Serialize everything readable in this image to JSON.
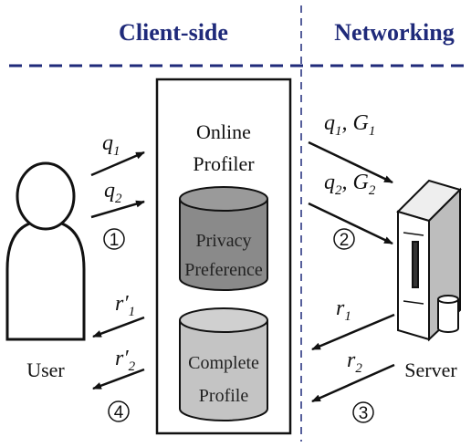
{
  "headers": {
    "client": "Client-side",
    "network": "Networking"
  },
  "profiler": {
    "line1": "Online",
    "line2": "Profiler"
  },
  "db_privacy": {
    "line1": "Privacy",
    "line2": "Preference"
  },
  "db_profile": {
    "line1": "Complete",
    "line2": "Profile"
  },
  "actors": {
    "user": "User",
    "server": "Server"
  },
  "steps": {
    "s1": "1",
    "s2": "2",
    "s3": "3",
    "s4": "4"
  },
  "labels": {
    "q1": {
      "base": "q",
      "sub": "1"
    },
    "q2": {
      "base": "q",
      "sub": "2"
    },
    "q1g1": {
      "q": "q",
      "qs": "1",
      "g": "G",
      "gs": "1"
    },
    "q2g2": {
      "q": "q",
      "qs": "2",
      "g": "G",
      "gs": "2"
    },
    "r1": {
      "base": "r",
      "sub": "1"
    },
    "r2": {
      "base": "r",
      "sub": "2"
    },
    "r1p": {
      "base": "r′",
      "sub": "1"
    },
    "r2p": {
      "base": "r′",
      "sub": "2"
    }
  },
  "colors": {
    "header": "#1f2a7a",
    "db_dark": "#8a8a8a",
    "db_light": "#c4c4c4"
  }
}
